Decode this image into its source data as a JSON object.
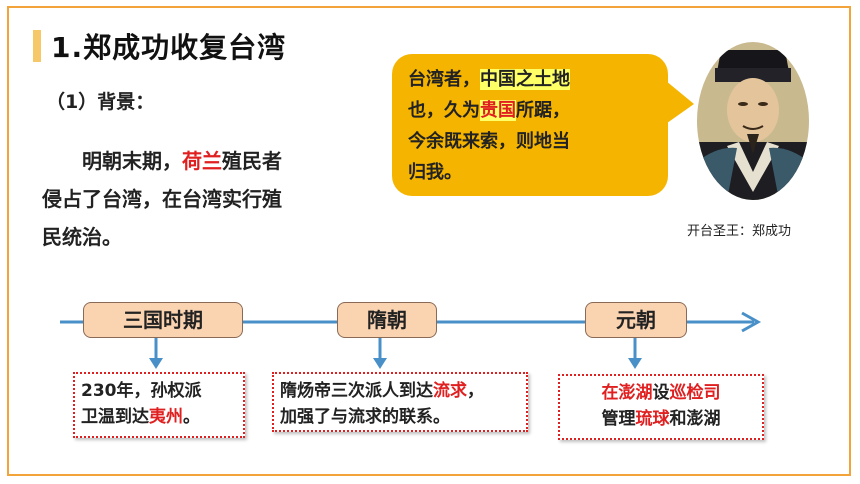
{
  "slide": {
    "title": "1.郑成功收复台湾",
    "subtitle": "（1）背景：",
    "paragraph": {
      "pre": "明朝末期，",
      "red": "荷兰",
      "post1": "殖民者",
      "line2": "侵占了台湾，在台湾实行殖",
      "line3": "民统治。"
    }
  },
  "quote": {
    "p1": "台湾者，",
    "h1": "中国之土地",
    "p2": "也，久为",
    "h2": "贵国",
    "p3": "所踞",
    "p4": "，",
    "line3": "今余既来索，则地当",
    "line4": "归我。"
  },
  "portrait": {
    "caption": "开台圣王：郑成功"
  },
  "timeline": {
    "eras": [
      "三国时期",
      "隋朝",
      "元朝"
    ],
    "events": {
      "e1": {
        "l1": "230年，孙权派",
        "l2a": "卫温到达",
        "l2red": "夷州",
        "l2b": "。"
      },
      "e2": {
        "l1a": "隋炀帝三次派人到达",
        "l1red": "流求",
        "l1b": "，",
        "l2": "加强了与流求的联系。"
      },
      "e3": {
        "l1red1": "在澎湖",
        "l1a": "设",
        "l1red2": "巡检司",
        "l2a": "管理",
        "l2red": "琉球",
        "l2b": "和澎湖"
      }
    }
  },
  "colors": {
    "accent": "#f2a33a",
    "bubble": "#f5b400",
    "highlight": "#ffff66",
    "red": "#e02020",
    "era_fill": "#fad3b1",
    "axis": "#4a90c8"
  }
}
